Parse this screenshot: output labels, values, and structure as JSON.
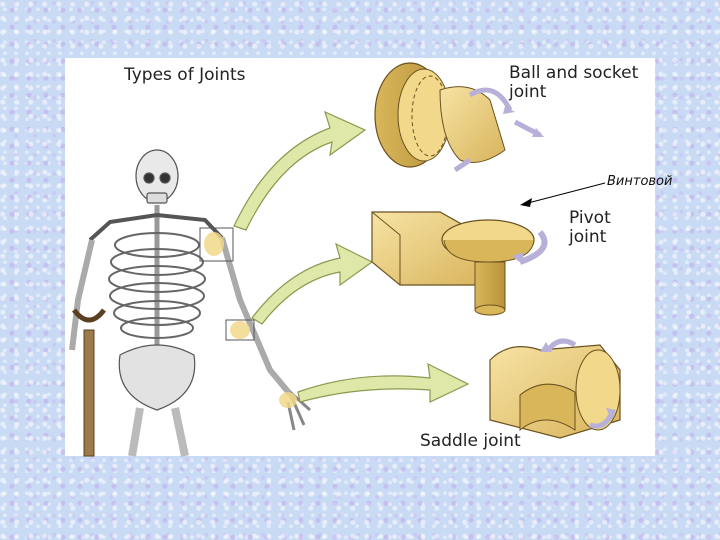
{
  "diagram": {
    "title": "Types of Joints",
    "labels": {
      "ball_and_socket": "Ball and socket\njoint",
      "pivot": "Pivot\njoint",
      "saddle": "Saddle joint"
    },
    "annotation": "Винтовой"
  },
  "colors": {
    "background": "#c9daf4",
    "joint_fill": "#f2d88a",
    "joint_shade": "#d9b65a",
    "arrow_fill": "#dfe8a8",
    "rotation_arrow": "#b8b0d8",
    "bone": "#e6e6e6",
    "bone_outline": "#555555"
  }
}
